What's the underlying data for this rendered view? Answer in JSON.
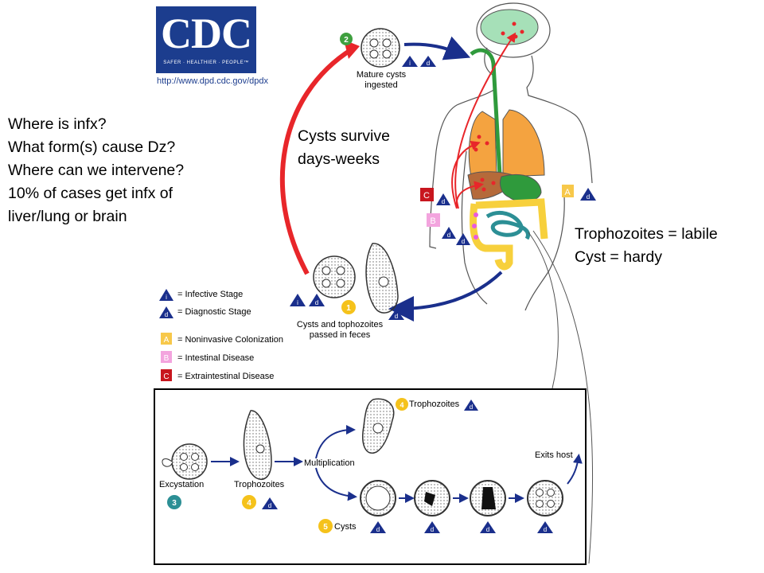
{
  "logo": {
    "text": "CDC",
    "tagline": "SAFER · HEALTHIER · PEOPLE™",
    "url": "http://www.dpd.cdc.gov/dpdx"
  },
  "notes": {
    "left": [
      "Where is infx?",
      "What form(s) cause Dz?",
      "Where can we intervene?",
      "10% of cases get infx of",
      "liver/lung or brain"
    ],
    "middle": [
      "Cysts survive",
      "days-weeks"
    ],
    "right": [
      "Trophozoites = labile",
      "Cyst = hardy"
    ]
  },
  "cycle": {
    "step2": {
      "number": "2",
      "label_line1": "Mature cysts",
      "label_line2": "ingested"
    },
    "step1": {
      "number": "1",
      "label_line1": "Cysts and tophozoites",
      "label_line2": "passed in feces"
    },
    "badges": {
      "infective": "i",
      "diagnostic": "d",
      "A": "A",
      "B": "B",
      "C": "C"
    }
  },
  "legend": [
    {
      "symbol": "i",
      "text": "= Infective Stage"
    },
    {
      "symbol": "d",
      "text": "= Diagnostic Stage"
    },
    {
      "symbol": "A",
      "text": "= Noninvasive Colonization"
    },
    {
      "symbol": "B",
      "text": "= Intestinal Disease"
    },
    {
      "symbol": "C",
      "text": "= Extraintestinal Disease"
    }
  ],
  "inset": {
    "excystation": {
      "label": "Excystation",
      "number": "3"
    },
    "trophozoites": {
      "label": "Trophozoites",
      "number": "4"
    },
    "multiplication": "Multiplication",
    "trophozoites_top": {
      "label": "Trophozoites",
      "number": "4"
    },
    "cysts": {
      "label": "Cysts",
      "number": "5"
    },
    "exits_host": "Exits host"
  },
  "colors": {
    "cdc_blue": "#1c3d8e",
    "arrow_red": "#e8262a",
    "arrow_blue": "#1a2f8c",
    "lung_orange": "#f4a340",
    "gut_green": "#2f9a3c",
    "colon_yellow": "#f7d03c",
    "brain_green": "#a6e0b8",
    "badge_A": "#f7c84a",
    "badge_B": "#f3a4de",
    "badge_C": "#c8161e",
    "circle_yellow": "#f5c21b",
    "circle_teal": "#2c8f95",
    "circle_green": "#3f9f3f"
  }
}
